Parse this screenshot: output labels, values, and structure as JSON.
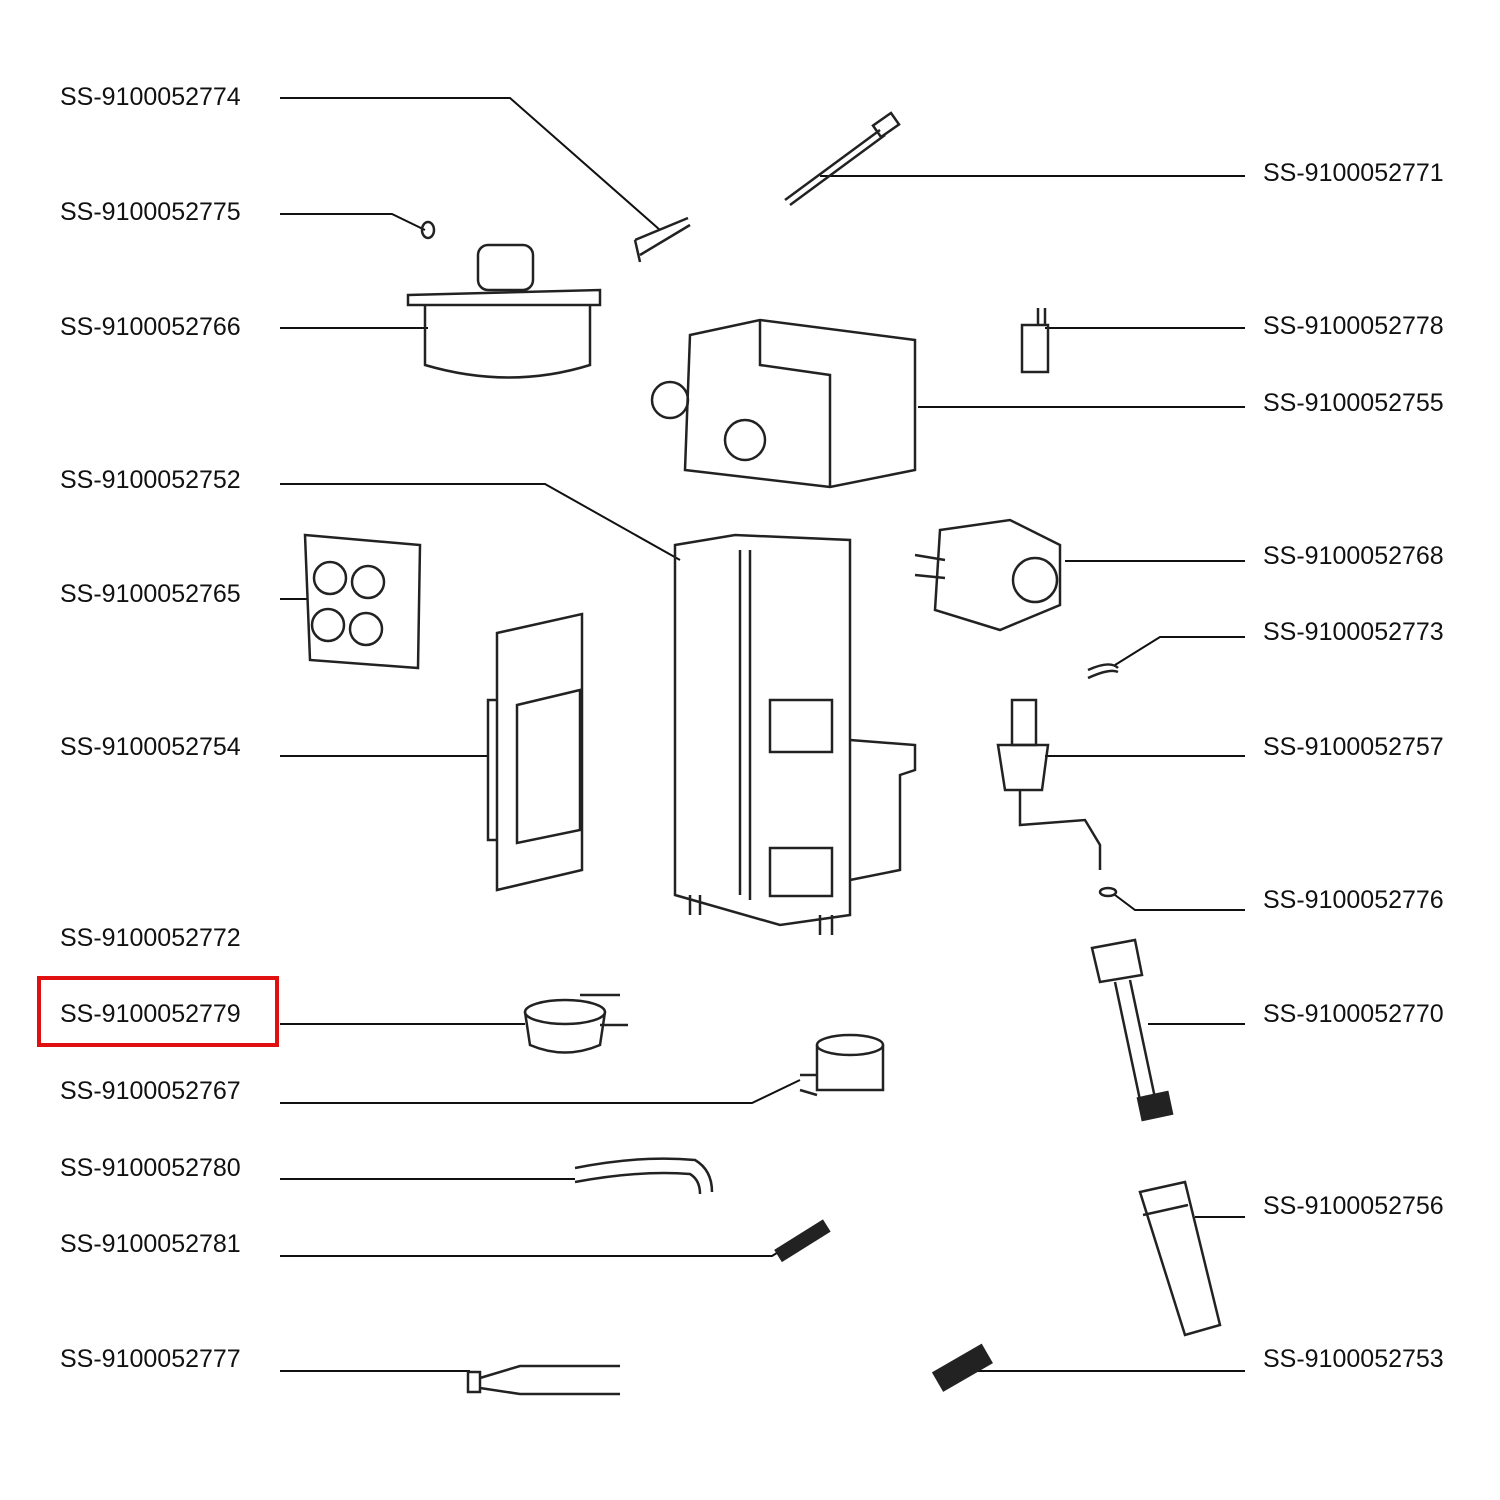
{
  "diagram": {
    "highlight_color": "#e01010",
    "highlighted_part": "SS-9100052779",
    "left_labels": [
      "SS-9100052774",
      "SS-9100052775",
      "SS-9100052766",
      "SS-9100052752",
      "SS-9100052765",
      "SS-9100052754",
      "SS-9100052772",
      "SS-9100052779",
      "SS-9100052767",
      "SS-9100052780",
      "SS-9100052781",
      "SS-9100052777"
    ],
    "right_labels": [
      "SS-9100052771",
      "SS-9100052778",
      "SS-9100052755",
      "SS-9100052768",
      "SS-9100052773",
      "SS-9100052757",
      "SS-9100052776",
      "SS-9100052770",
      "SS-9100052756",
      "SS-9100052753"
    ]
  }
}
